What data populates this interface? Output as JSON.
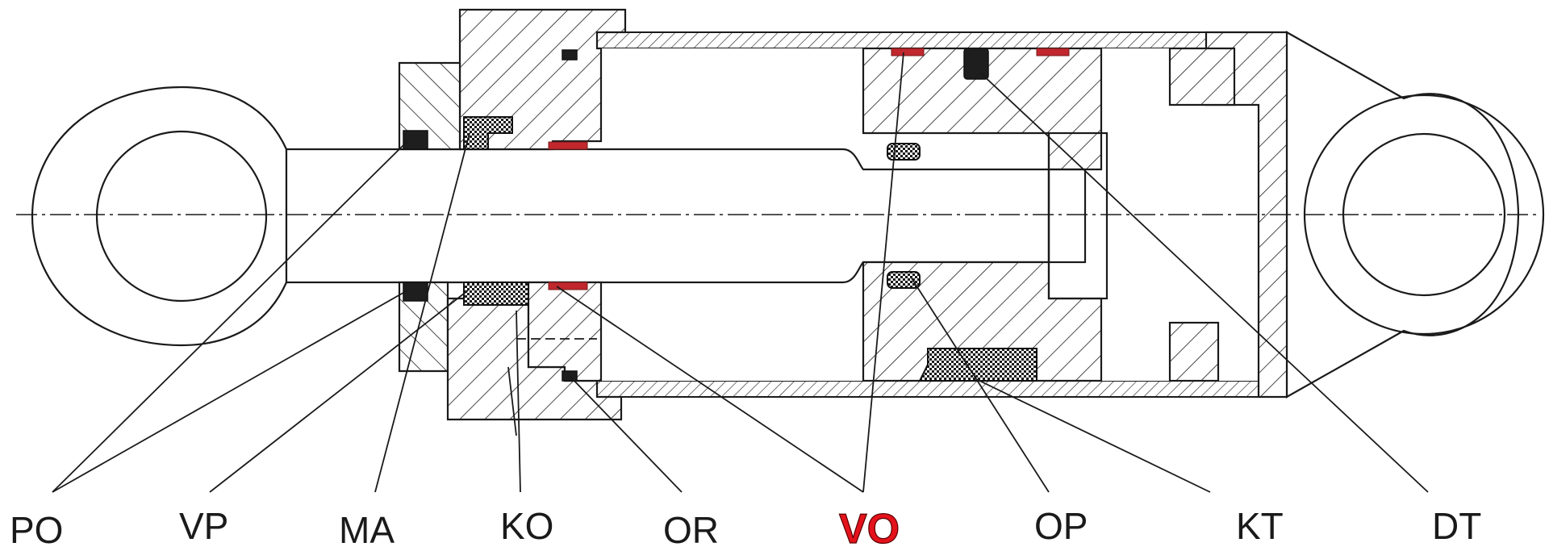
{
  "labels": {
    "po": "PO",
    "vp": "VP",
    "ma": "MA",
    "ko": "KO",
    "or": "OR",
    "vo": "VO",
    "op": "OP",
    "kt": "KT",
    "dt": "DT"
  },
  "colors": {
    "highlight": "#e3121b",
    "seal_red": "#c0282d",
    "line": "#1a1a1a"
  }
}
